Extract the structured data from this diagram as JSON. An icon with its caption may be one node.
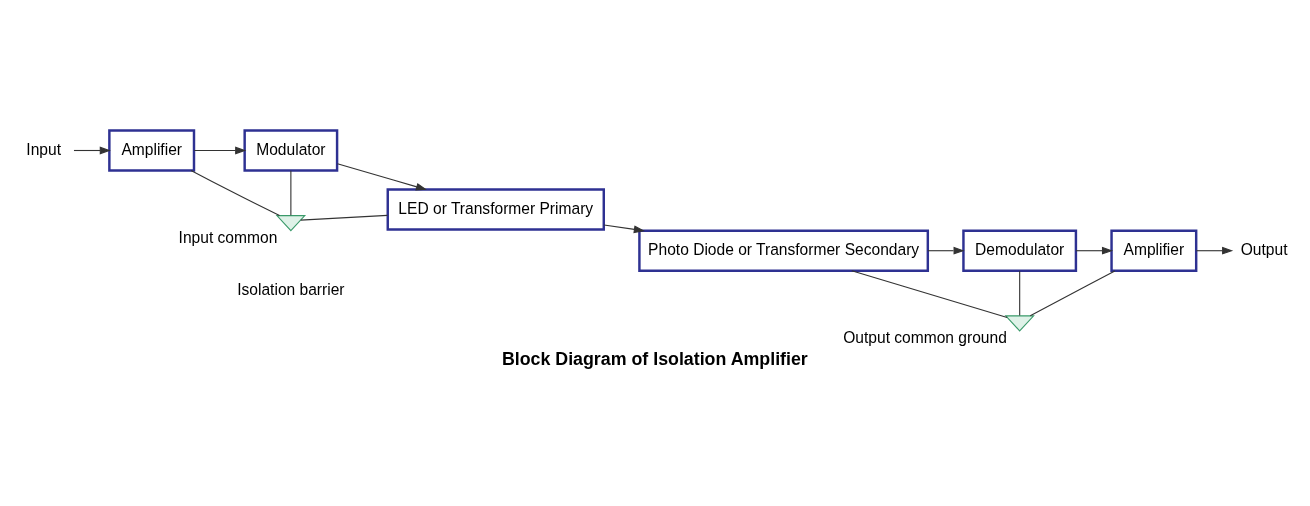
{
  "diagram": {
    "caption": "Block Diagram of Isolation Amplifier",
    "nodes": [
      {
        "text": [
          "Input"
        ]
      },
      {
        "text": [
          "Amplifier"
        ]
      },
      {
        "text": [
          "Modulator"
        ]
      },
      {
        "text": [
          "LED or Transformer Primary"
        ]
      },
      {
        "text": [
          "Photo Diode or Transformer Secondary"
        ]
      },
      {
        "text": [
          "Demodulator"
        ]
      },
      {
        "text": [
          "Amplifier"
        ]
      },
      {
        "text": [
          "Output"
        ]
      },
      {
        "text": [],
        "shape": "ground",
        "beside": [
          "Input common"
        ]
      },
      {
        "text": [],
        "shape": "ground",
        "beside": [
          "Output common ground"
        ]
      }
    ],
    "edges": [
      {
        "from": 0,
        "to": 1,
        "arrow": "to"
      },
      {
        "from": 1,
        "to": 2,
        "arrow": "to"
      },
      {
        "from": 2,
        "to": 3,
        "arrow": "to"
      },
      {
        "from": 3,
        "to": 4,
        "arrow": "to"
      },
      {
        "from": 4,
        "to": 5,
        "arrow": "to"
      },
      {
        "from": 5,
        "to": 6,
        "arrow": "to"
      },
      {
        "from": 6,
        "to": 7,
        "arrow": "to"
      },
      {
        "from": 1,
        "to": 8,
        "arrow": "none"
      },
      {
        "from": 2,
        "to": 8,
        "arrow": "none"
      },
      {
        "from": 3,
        "to": 8,
        "arrow": "none"
      },
      {
        "from": 4,
        "to": 9,
        "arrow": "none"
      },
      {
        "from": 5,
        "to": 9,
        "arrow": "none"
      },
      {
        "from": 6,
        "to": 9,
        "arrow": "none"
      }
    ],
    "labels": [
      "Isolation barrier"
    ]
  }
}
